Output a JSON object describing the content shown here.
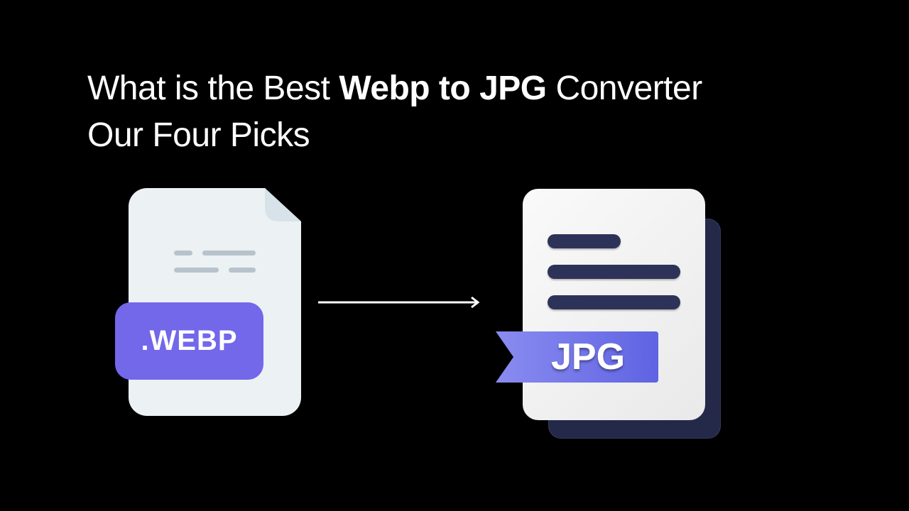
{
  "heading": {
    "line1_prefix": "What is the Best ",
    "line1_bold": "Webp to JPG",
    "line1_suffix": " Converter",
    "line2": "Our Four Picks"
  },
  "source_file": {
    "icon": "webp-file-icon",
    "badge_label": ".WEBP",
    "badge_color": "#7367ea"
  },
  "arrow": {
    "icon": "arrow-right-icon"
  },
  "target_file": {
    "icon": "jpg-file-icon",
    "badge_label": "JPG",
    "badge_color": "#6b6ee8"
  }
}
